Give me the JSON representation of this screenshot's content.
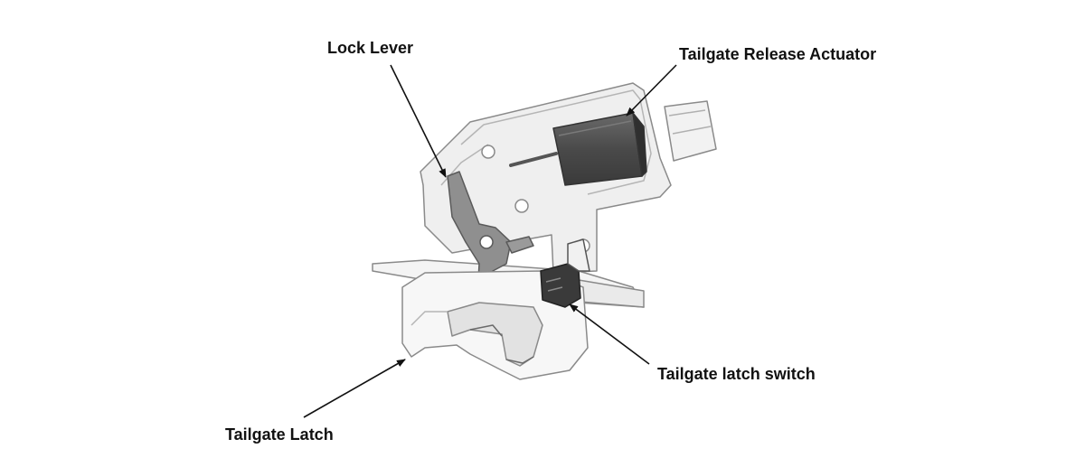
{
  "labels": {
    "lock_lever": "Lock Lever",
    "release_actuator": "Tailgate Release Actuator",
    "latch_switch": "Tailgate latch switch",
    "latch": "Tailgate Latch"
  },
  "colors": {
    "background": "#ffffff",
    "part_fill": "#efefef",
    "part_fill_light": "#f7f7f7",
    "part_outline": "#8a8a8a",
    "lever_fill": "#8f8f8f",
    "motor_fill": "#555555",
    "switch_fill": "#3a3a3a",
    "leader": "#111111",
    "text": "#111111"
  }
}
